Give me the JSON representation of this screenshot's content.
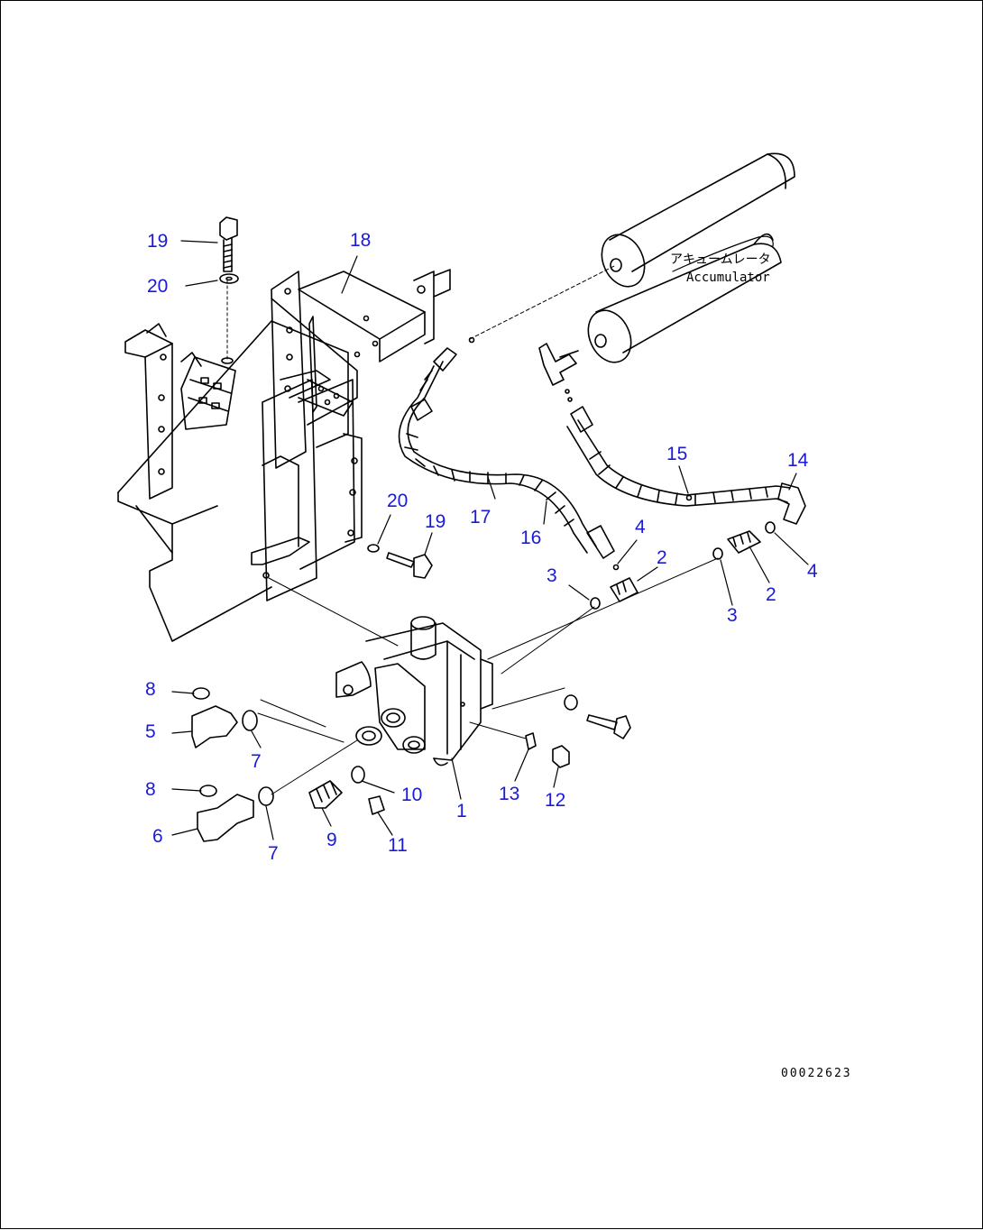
{
  "callouts": {
    "c1": "1",
    "c2a": "2",
    "c2b": "2",
    "c3a": "3",
    "c3b": "3",
    "c4a": "4",
    "c4b": "4",
    "c5": "5",
    "c6": "6",
    "c7a": "7",
    "c7b": "7",
    "c8a": "8",
    "c8b": "8",
    "c9": "9",
    "c10": "10",
    "c11": "11",
    "c12": "12",
    "c13": "13",
    "c14": "14",
    "c15": "15",
    "c16": "16",
    "c17": "17",
    "c18": "18",
    "c19a": "19",
    "c19b": "19",
    "c20a": "20",
    "c20b": "20"
  },
  "accumulator_note": {
    "japanese": "アキュームレータ",
    "english": "Accumulator"
  },
  "drawing_code": "00022623",
  "colors": {
    "callout": "#1a1ad8",
    "line": "#000000",
    "paper": "#ffffff"
  }
}
